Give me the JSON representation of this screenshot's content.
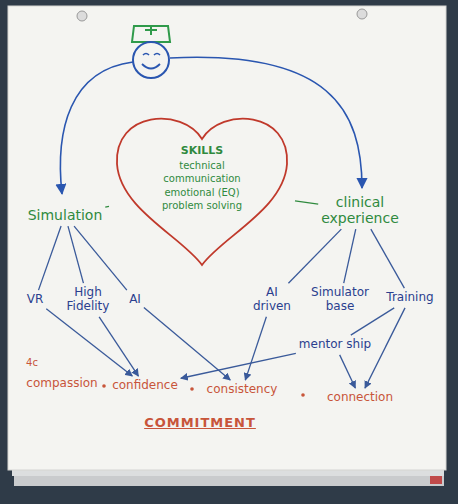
{
  "diagram": {
    "nodes": [
      {
        "text": [
          "SKILLS",
          "technical",
          "communication",
          "emotional (EQ)",
          "problem solving"
        ]
      },
      {
        "text": [
          "Simulation"
        ]
      },
      {
        "text": [
          "clinical experience"
        ]
      },
      {
        "text": [
          "VR"
        ]
      },
      {
        "text": [
          "High Fidelity"
        ]
      },
      {
        "text": [
          "AI"
        ]
      },
      {
        "text": [
          "AI driven"
        ]
      },
      {
        "text": [
          "Simulator base"
        ]
      },
      {
        "text": [
          "Training"
        ]
      },
      {
        "text": [
          "mentor ship"
        ]
      },
      {
        "text": [
          "compassion"
        ]
      },
      {
        "text": [
          "confidence"
        ]
      },
      {
        "text": [
          "consistency"
        ]
      },
      {
        "text": [
          "connection"
        ]
      }
    ],
    "edges": [
      {
        "from": 0,
        "to": 1,
        "arrow": "none"
      },
      {
        "from": 0,
        "to": 2,
        "arrow": "none"
      },
      {
        "from": 1,
        "to": 3,
        "arrow": "none"
      },
      {
        "from": 1,
        "to": 4,
        "arrow": "none"
      },
      {
        "from": 1,
        "to": 5,
        "arrow": "none"
      },
      {
        "from": 2,
        "to": 6,
        "arrow": "none"
      },
      {
        "from": 2,
        "to": 7,
        "arrow": "none"
      },
      {
        "from": 2,
        "to": 8,
        "arrow": "none"
      },
      {
        "from": 3,
        "to": 11,
        "arrow": "to"
      },
      {
        "from": 4,
        "to": 11,
        "arrow": "to"
      },
      {
        "from": 5,
        "to": 12,
        "arrow": "to"
      },
      {
        "from": 6,
        "to": 12,
        "arrow": "to"
      },
      {
        "from": 8,
        "to": 9,
        "arrow": "none"
      },
      {
        "from": 9,
        "to": 13,
        "arrow": "to"
      },
      {
        "from": 8,
        "to": 13,
        "arrow": "to"
      },
      {
        "from": 9,
        "to": 11,
        "arrow": "to"
      }
    ],
    "labels": [
      "4c",
      "COMMITMENT"
    ]
  }
}
